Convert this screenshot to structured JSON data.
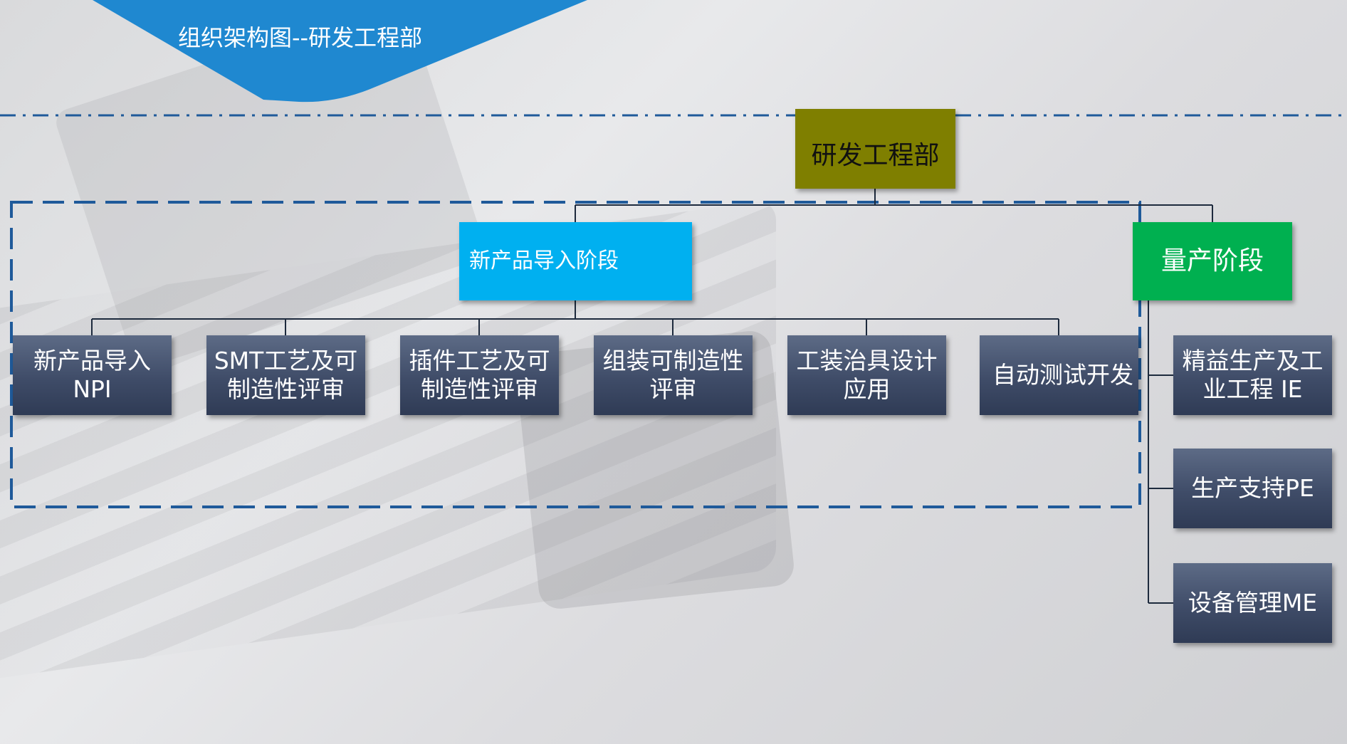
{
  "header": {
    "title": "组织架构图--研发工程部"
  },
  "org": {
    "root": "研发工程部",
    "stages": [
      {
        "label": "新产品导入阶段",
        "color": "#00b0f0",
        "children": [
          "新产品导入\nNPI",
          "SMT工艺及可\n制造性评审",
          "插件工艺及可\n制造性评审",
          "组装可制造性\n评审",
          "工装治具设计\n应用",
          "自动测试开发"
        ]
      },
      {
        "label": "量产阶段",
        "color": "#00b050",
        "children": [
          "精益生产及工\n业工程 IE",
          "生产支持PE",
          "设备管理ME"
        ]
      }
    ]
  },
  "colors": {
    "root": "#7f7f00",
    "leaf": "#3f4c68",
    "title_band": "#1f88d0",
    "frame": "#1f5a9a"
  }
}
